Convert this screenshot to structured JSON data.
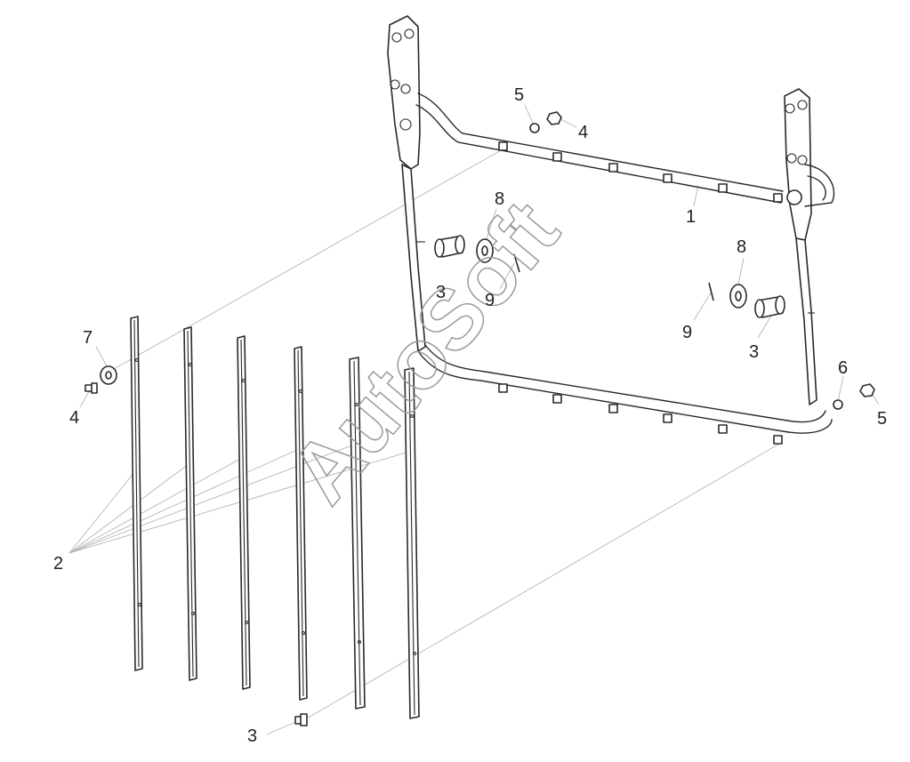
{
  "diagram": {
    "watermark": "AutoSoft",
    "callouts": [
      {
        "id": "c1",
        "text": "1"
      },
      {
        "id": "c2",
        "text": "2"
      },
      {
        "id": "c3a",
        "text": "3"
      },
      {
        "id": "c3b",
        "text": "3"
      },
      {
        "id": "c3c",
        "text": "3"
      },
      {
        "id": "c4a",
        "text": "4"
      },
      {
        "id": "c4b",
        "text": "4"
      },
      {
        "id": "c5a",
        "text": "5"
      },
      {
        "id": "c5b",
        "text": "5"
      },
      {
        "id": "c6",
        "text": "6"
      },
      {
        "id": "c7",
        "text": "7"
      },
      {
        "id": "c8a",
        "text": "8"
      },
      {
        "id": "c8b",
        "text": "8"
      },
      {
        "id": "c9a",
        "text": "9"
      },
      {
        "id": "c9b",
        "text": "9"
      }
    ]
  }
}
